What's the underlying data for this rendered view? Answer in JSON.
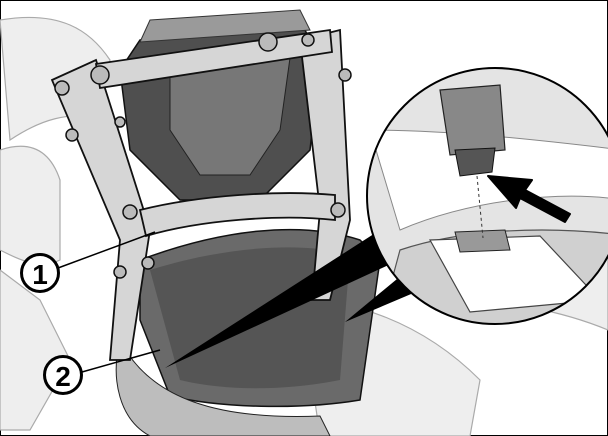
{
  "figure": {
    "kind": "technical-illustration",
    "style": "grayscale-line-drawing",
    "subject_icon": "motorcycle-front-fairing-bracket",
    "detail_inset_icon": "magnifier-circle-detail",
    "highlight_arrow_icon": "pointer-arrow",
    "colors": {
      "background": "#ffffff",
      "line": "#000000",
      "light_fill": "#e6e6e6",
      "mid_fill": "#b9b9b9",
      "dark_fill": "#5f5f5f"
    }
  },
  "callouts": [
    {
      "number": "1"
    },
    {
      "number": "2"
    }
  ]
}
